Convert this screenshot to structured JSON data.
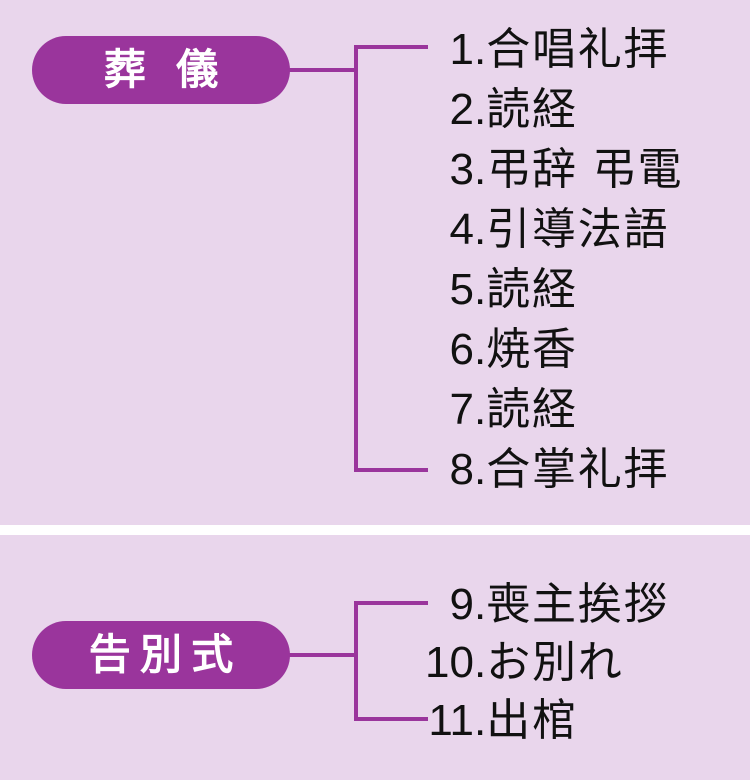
{
  "colors": {
    "background": "#ffffff",
    "panel": "#e9d6ec",
    "node_fill": "#9a359c",
    "node_text": "#ffffff",
    "line": "#9a359c",
    "item_text": "#111111"
  },
  "sections": [
    {
      "id": "funeral",
      "node_label": "葬 儀",
      "items": [
        {
          "num": "1",
          "dot": ".",
          "text": "合唱礼拝"
        },
        {
          "num": "2",
          "dot": ".",
          "text": "読経"
        },
        {
          "num": "3",
          "dot": ".",
          "text": "弔辞 弔電"
        },
        {
          "num": "4",
          "dot": ".",
          "text": "引導法語"
        },
        {
          "num": "5",
          "dot": ".",
          "text": "読経"
        },
        {
          "num": "6",
          "dot": ".",
          "text": "焼香"
        },
        {
          "num": "7",
          "dot": ".",
          "text": "読経"
        },
        {
          "num": "8",
          "dot": ".",
          "text": "合掌礼拝"
        }
      ]
    },
    {
      "id": "farewell",
      "node_label": "告別式",
      "items": [
        {
          "num": "9",
          "dot": ".",
          "text": "喪主挨拶"
        },
        {
          "num": "10",
          "dot": ".",
          "text": "お別れ"
        },
        {
          "num": "11",
          "dot": ".",
          "text": "出棺"
        }
      ]
    }
  ]
}
